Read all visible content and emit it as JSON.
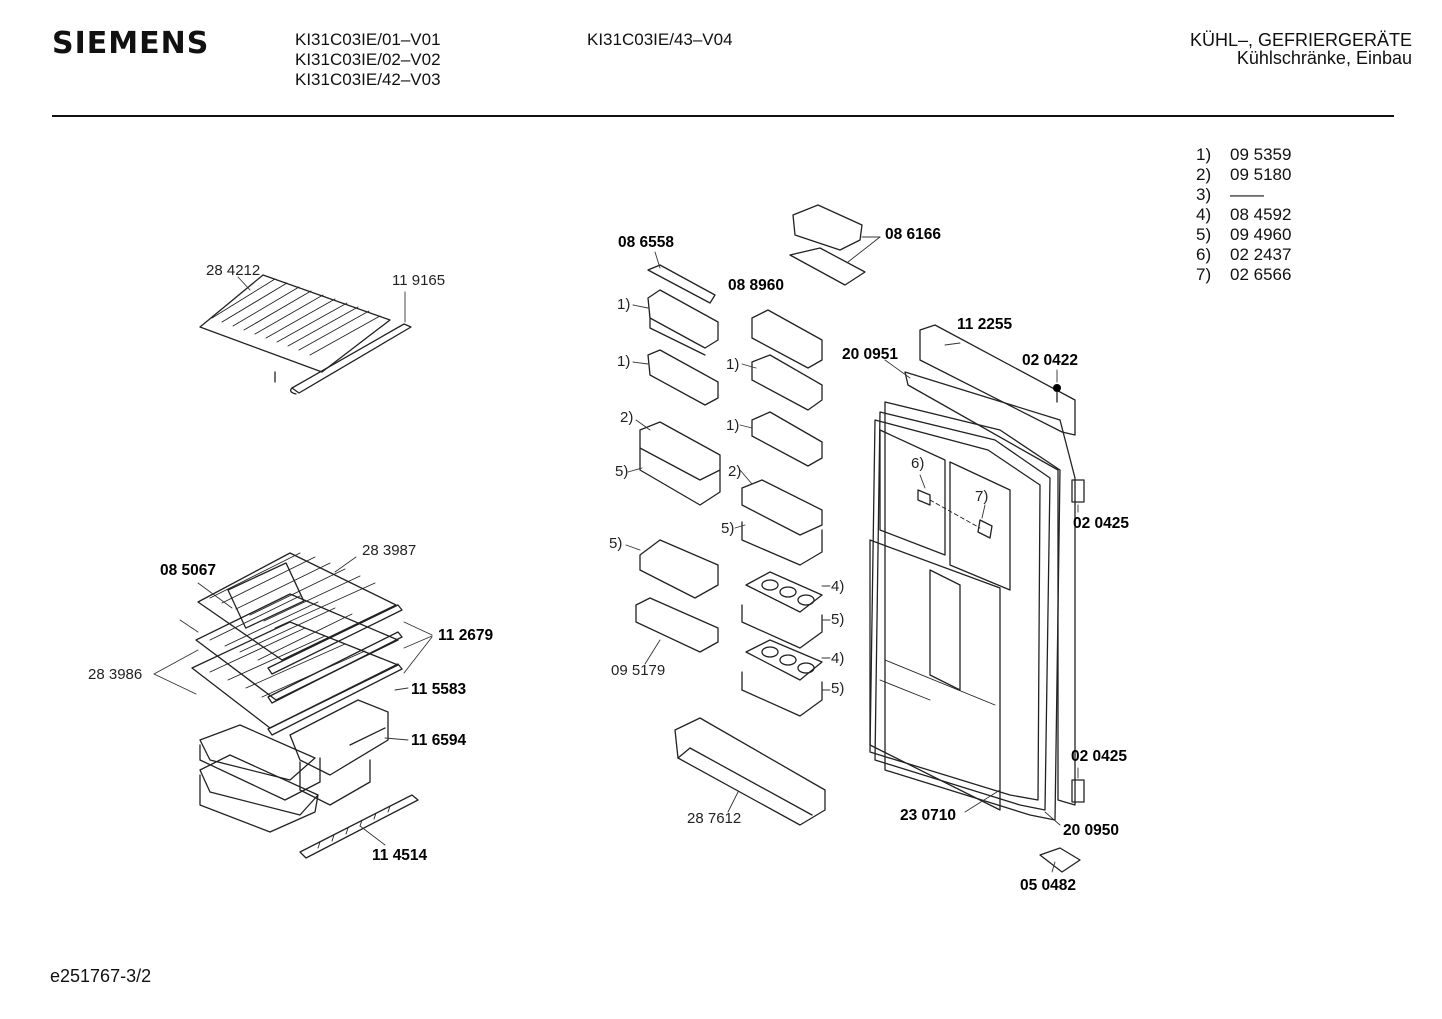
{
  "header": {
    "brand": "SIEMENS",
    "models_col1": [
      "KI31C03IE/01–V01",
      "KI31C03IE/02–V02",
      "KI31C03IE/42–V03"
    ],
    "models_col2": [
      "KI31C03IE/43–V04"
    ],
    "category_line1": "KÜHL–, GEFRIERGERÄTE",
    "category_line2": "Kühlschränke, Einbau"
  },
  "legend": [
    {
      "key": "1)",
      "value": "09 5359"
    },
    {
      "key": "2)",
      "value": "09 5180"
    },
    {
      "key": "3)",
      "value": "——"
    },
    {
      "key": "4)",
      "value": "08 4592"
    },
    {
      "key": "5)",
      "value": "09 4960"
    },
    {
      "key": "6)",
      "value": "02 2437"
    },
    {
      "key": "7)",
      "value": "02 6566"
    }
  ],
  "part_labels": {
    "p284212": "28 4212",
    "p119165": "11 9165",
    "p085067": "08 5067",
    "p283987": "28 3987",
    "p283986": "28 3986",
    "p112679": "11 2679",
    "p115583": "11 5583",
    "p116594": "11 6594",
    "p114514": "11 4514",
    "p086558": "08 6558",
    "p086166": "08 6166",
    "p088960": "08 8960",
    "p095179": "09 5179",
    "p287612": "28 7612",
    "p112255": "11 2255",
    "p200951": "20 0951",
    "p020422": "02 0422",
    "p020425a": "02 0425",
    "p020425b": "02 0425",
    "p230710": "23 0710",
    "p200950": "20 0950",
    "p050482": "05 0482"
  },
  "callouts": {
    "c1a": "1)",
    "c1b": "1)",
    "c1c": "1)",
    "c1d": "1)",
    "c2a": "2)",
    "c2b": "2)",
    "c5a": "5)",
    "c5b": "5)",
    "c5c": "5)",
    "c5d": "5)",
    "c5e": "5)",
    "c4a": "4)",
    "c4b": "4)",
    "c6": "6)",
    "c7": "7)"
  },
  "footer": {
    "drawing_code": "e251767-3/2"
  }
}
